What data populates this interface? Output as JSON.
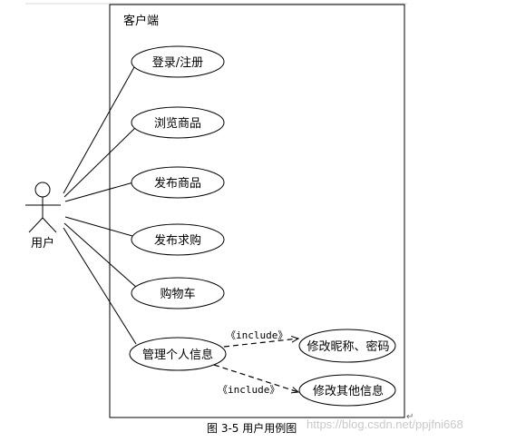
{
  "system": {
    "title": "客户端"
  },
  "actor": {
    "label": "用户"
  },
  "use_cases": [
    {
      "id": "login",
      "label": "登录/注册"
    },
    {
      "id": "browse",
      "label": "浏览商品"
    },
    {
      "id": "publish",
      "label": "发布商品"
    },
    {
      "id": "wanted",
      "label": "发布求购"
    },
    {
      "id": "cart",
      "label": "购物车"
    },
    {
      "id": "manage",
      "label": "管理个人信息"
    },
    {
      "id": "nick",
      "label": "修改昵称、密码"
    },
    {
      "id": "other",
      "label": "修改其他信息"
    }
  ],
  "relations": [
    {
      "label": "《include》"
    },
    {
      "label": "《include》"
    }
  ],
  "caption": "图 3-5 用户用例图",
  "caption_mark": "↵",
  "watermark": "https://blog.csdn.net/ppjfni668"
}
